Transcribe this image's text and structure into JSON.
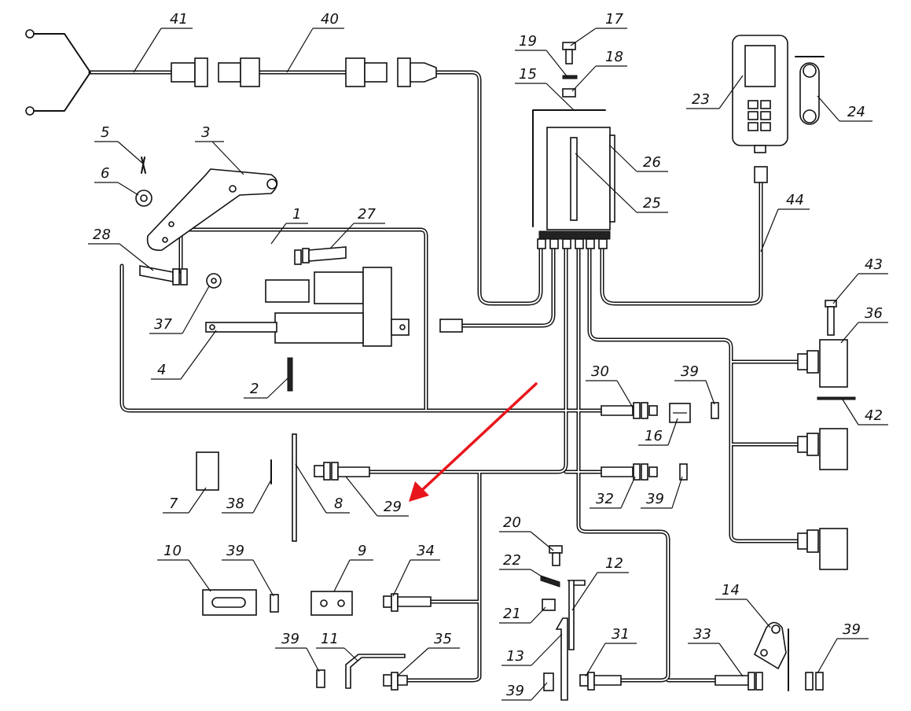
{
  "diagram": {
    "callouts": [
      "1",
      "2",
      "3",
      "4",
      "5",
      "6",
      "7",
      "8",
      "9",
      "10",
      "11",
      "12",
      "13",
      "14",
      "15",
      "16",
      "17",
      "18",
      "19",
      "20",
      "21",
      "22",
      "23",
      "24",
      "25",
      "26",
      "27",
      "28",
      "29",
      "30",
      "31",
      "32",
      "33",
      "34",
      "35",
      "36",
      "37",
      "38",
      "39",
      "40",
      "41",
      "42",
      "43",
      "44"
    ],
    "arrow_color": "#e8151b",
    "line_color": "#111111"
  }
}
